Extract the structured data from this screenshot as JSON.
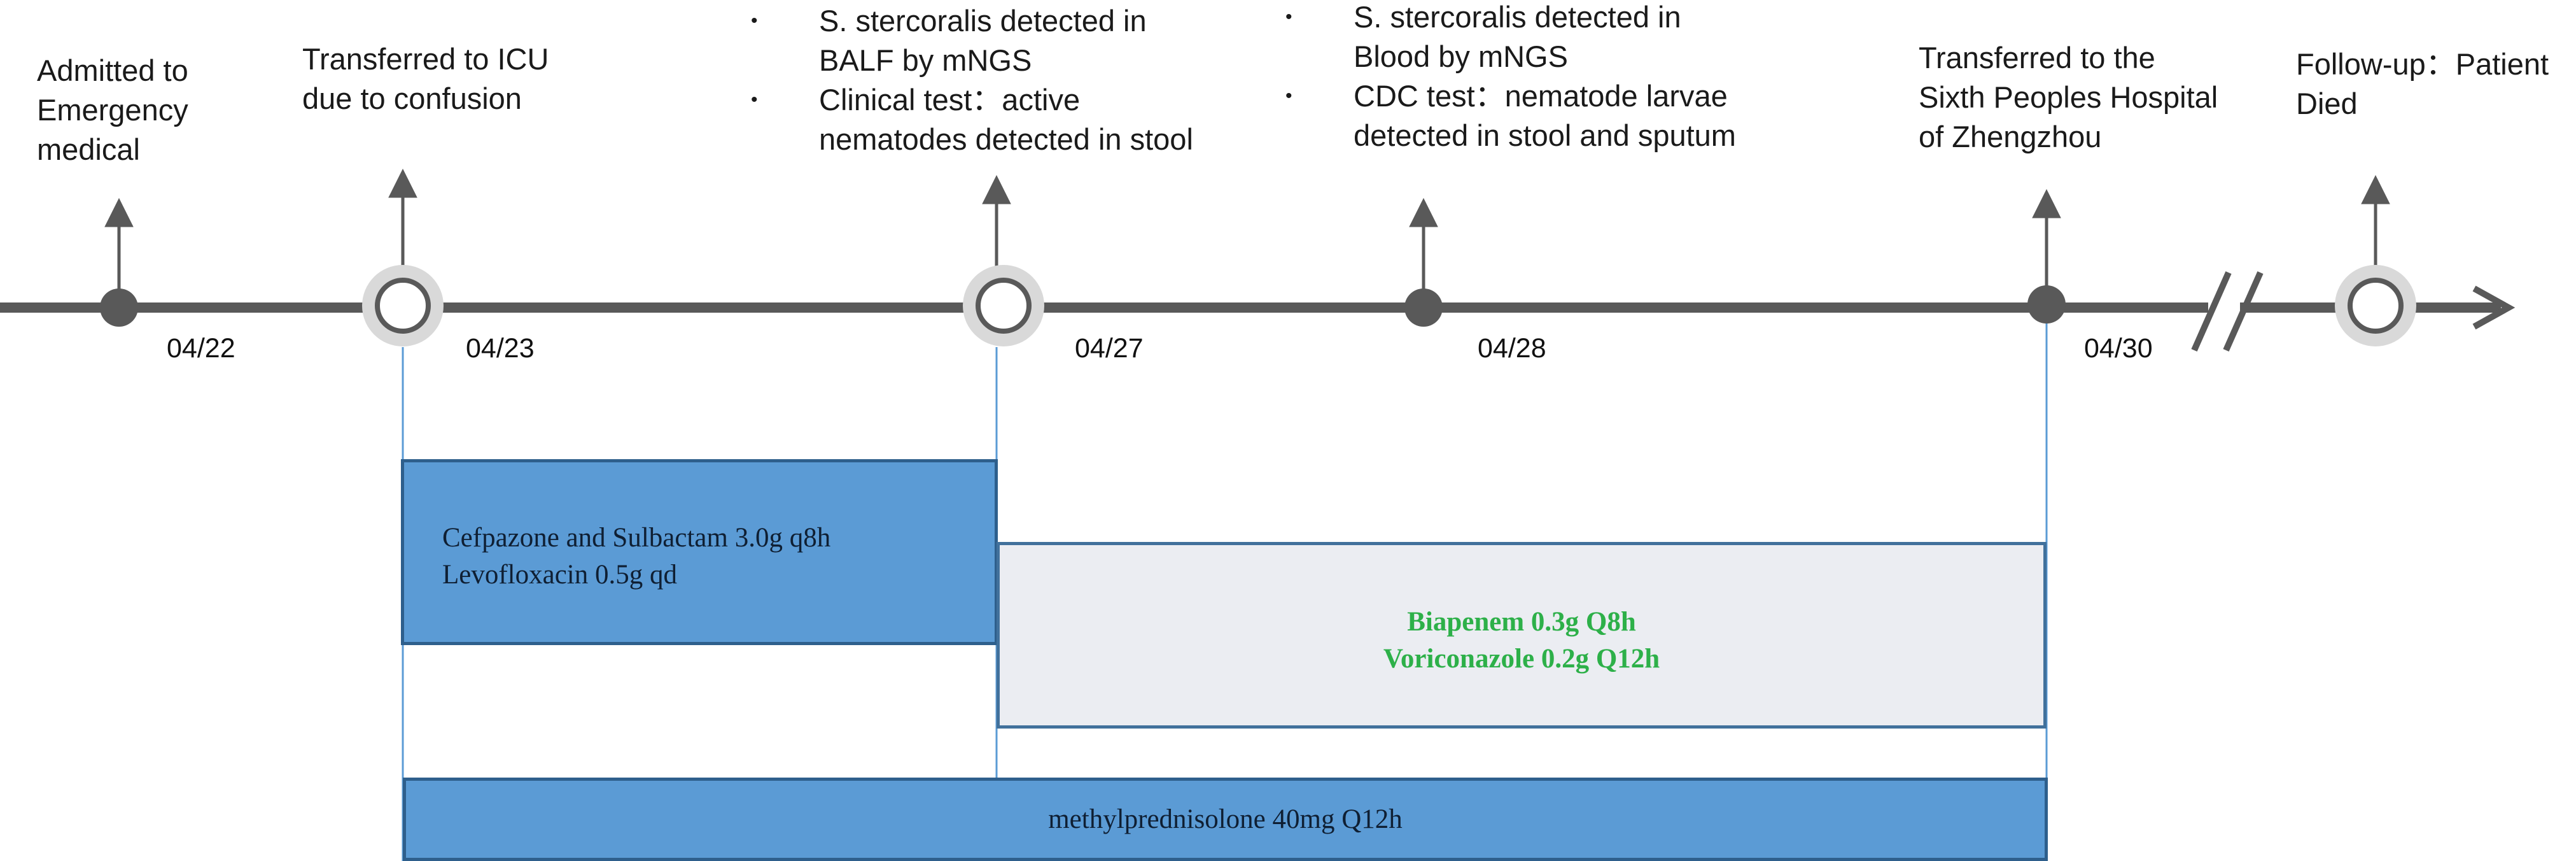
{
  "events": [
    {
      "id": "admitted",
      "lines": [
        "Admitted to",
        "Emergency",
        "medical"
      ]
    },
    {
      "id": "icu",
      "lines": [
        "Transferred to ICU",
        "due to confusion"
      ]
    },
    {
      "id": "balf",
      "bullets": [
        {
          "lines": [
            "S. stercoralis detected in",
            "BALF by mNGS"
          ]
        },
        {
          "lines": [
            "Clinical test：active",
            "nematodes detected in stool"
          ]
        }
      ]
    },
    {
      "id": "blood",
      "bullets": [
        {
          "lines": [
            "S. stercoralis detected in",
            "Blood by mNGS"
          ]
        },
        {
          "lines": [
            "CDC test：nematode larvae",
            "detected in stool and sputum"
          ]
        }
      ]
    },
    {
      "id": "transfer",
      "lines": [
        "Transferred to the",
        "Sixth Peoples Hospital",
        "of Zhengzhou"
      ]
    },
    {
      "id": "followup",
      "lines": [
        "Follow-up：Patient",
        "Died"
      ]
    }
  ],
  "bullet_symbol": "•",
  "dates": [
    "04/22",
    "04/23",
    "04/27",
    "04/28",
    "04/30"
  ],
  "treatments": [
    {
      "id": "cefpazone",
      "lines": [
        "Cefpazone and Sulbactam 3.0g q8h",
        "Levofloxacin 0.5g qd"
      ]
    },
    {
      "id": "biapenem",
      "lines": [
        "Biapenem 0.3g Q8h",
        "Voriconazole 0.2g Q12h"
      ]
    },
    {
      "id": "methylpred",
      "lines": [
        "methylprednisolone 40mg Q12h"
      ]
    }
  ],
  "colors": {
    "timeline": "#595959",
    "marker_ring": "#d9d9d9",
    "guide_line": "#5b9bd5",
    "treatment_fill": "#5b9bd5",
    "treatment_border": "#2e5f8c",
    "overlap_fill": "#ebedf2",
    "overlap_text": "#2db049"
  }
}
